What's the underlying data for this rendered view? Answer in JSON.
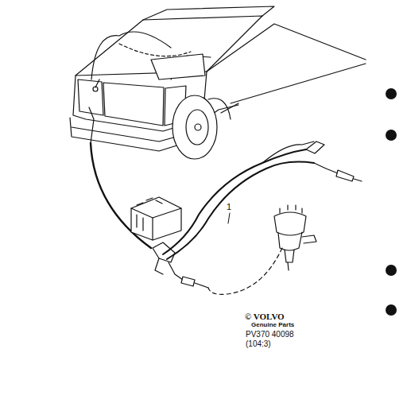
{
  "diagram": {
    "labels": [
      "1",
      "© VOLVO",
      "Genuine Parts",
      "PV370 40098",
      "(104:3)"
    ]
  }
}
